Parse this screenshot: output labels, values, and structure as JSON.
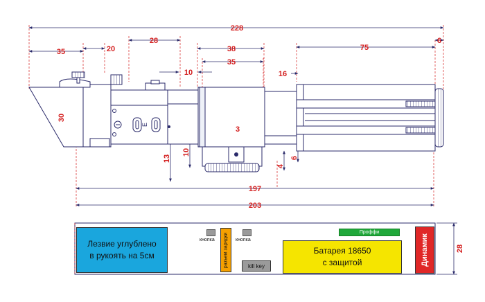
{
  "dimensions": {
    "d228": "228",
    "d35_left": "35",
    "d20": "20",
    "d28_top": "28",
    "d38": "38",
    "d75": "75",
    "d6_top": "6",
    "d35_mid": "35",
    "d10_top": "10",
    "d16": "16",
    "d30": "30",
    "d3": "3",
    "d13": "13",
    "d10_low": "10",
    "d4": "4",
    "d6_low": "6",
    "d197": "197",
    "d203": "203",
    "d28_right": "28"
  },
  "hilt_labels": {
    "e_mark": "E"
  },
  "layout_blocks": {
    "blade": "Лезвие углублено в рукоять на 5см",
    "button_label_1": "кнопка",
    "button_label_2": "кнопка",
    "charge_port": "разъем зарядки",
    "kill_key": "kill key",
    "proffi": "Проффи",
    "battery": "Батарея 18650 с защитой",
    "speaker": "Динамик"
  },
  "colors": {
    "dimension": "#d42020",
    "outline": "#2a2a6a",
    "blade": "#1aa6dd",
    "battery": "#f5e500",
    "speaker": "#e02727",
    "charge": "#f5a000",
    "proffi": "#20a83a",
    "kill_key": "#9a9a9a"
  }
}
